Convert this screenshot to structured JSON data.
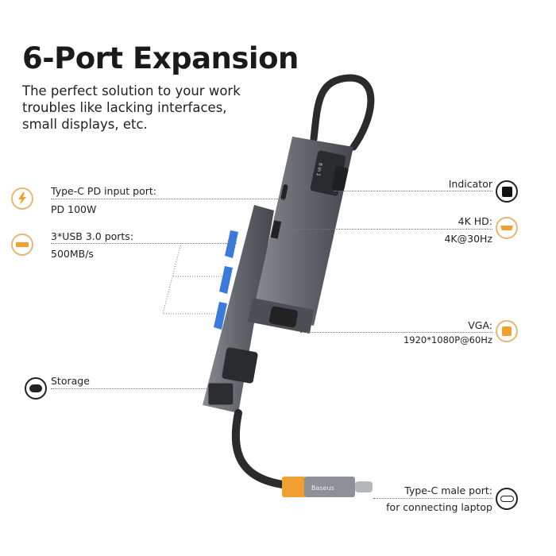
{
  "header": {
    "title": "6-Port Expansion",
    "subtitle_lines": [
      "The perfect solution to your work",
      "troubles like lacking interfaces,",
      "small displays, etc."
    ]
  },
  "callouts_left": [
    {
      "title": "Type-C PD input port:",
      "detail": "PD 100W",
      "icon": "lightning-icon"
    },
    {
      "title": "3*USB 3.0 ports:",
      "detail": "500MB/s",
      "icon": "usb-port-icon"
    },
    {
      "title": "Storage",
      "icon": "storage-icon"
    }
  ],
  "callouts_right": [
    {
      "title": "Indicator",
      "icon": "indicator-icon"
    },
    {
      "title": "4K HD:",
      "detail": "4K@30Hz",
      "icon": "hdmi-icon"
    },
    {
      "title": "VGA:",
      "detail": "1920*1080P@60Hz",
      "icon": "vga-icon"
    },
    {
      "title": "Type-C male port:",
      "detail": "for connecting laptop",
      "icon": "usb-c-icon"
    }
  ],
  "product": {
    "brand": "Baseus",
    "badge": "6 in 1"
  },
  "colors": {
    "accent": "#f0a030",
    "icon_border": "#e3b875",
    "hub_body": "#5d5f66"
  }
}
